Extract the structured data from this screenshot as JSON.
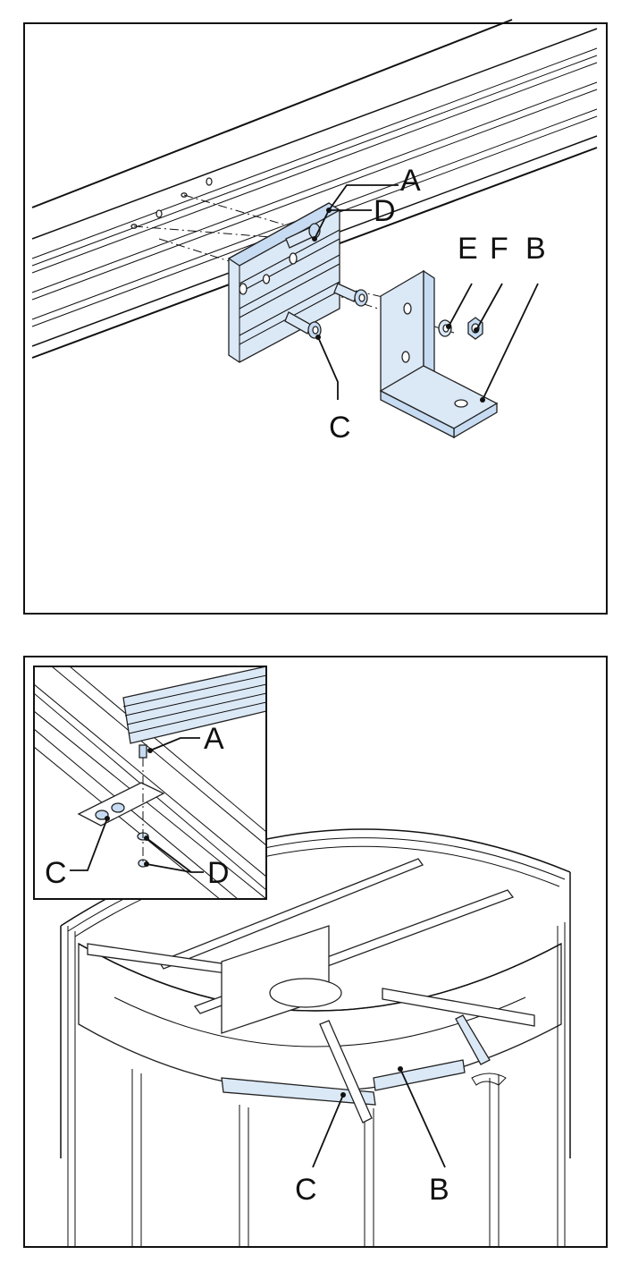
{
  "top_figure": {
    "labels": {
      "a": "A",
      "b": "B",
      "c": "C",
      "d": "D",
      "e": "E",
      "f": "F"
    }
  },
  "bottom_figure": {
    "inset_labels": {
      "a": "A",
      "c": "C",
      "d": "D"
    },
    "labels": {
      "b": "B",
      "c": "C"
    }
  }
}
